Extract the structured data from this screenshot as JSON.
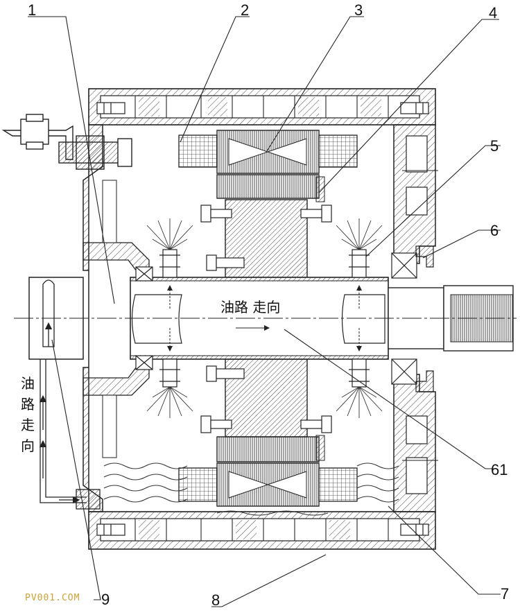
{
  "part_labels": [
    {
      "id": "p1",
      "text": "1"
    },
    {
      "id": "p2",
      "text": "2"
    },
    {
      "id": "p3",
      "text": "3"
    },
    {
      "id": "p4",
      "text": "4"
    },
    {
      "id": "p5",
      "text": "5"
    },
    {
      "id": "p6",
      "text": "6"
    },
    {
      "id": "p61",
      "text": "61"
    },
    {
      "id": "p7",
      "text": "7"
    },
    {
      "id": "p8",
      "text": "8"
    },
    {
      "id": "p9",
      "text": "9"
    }
  ],
  "oil_path_label_shaft": "油路 走向",
  "oil_path_label_side": [
    "油",
    "路",
    "走",
    "向"
  ],
  "watermark": "PV001.COM",
  "colors": {
    "line": "#222222",
    "hatch": "#555555",
    "watermark": "#c9a23a"
  }
}
